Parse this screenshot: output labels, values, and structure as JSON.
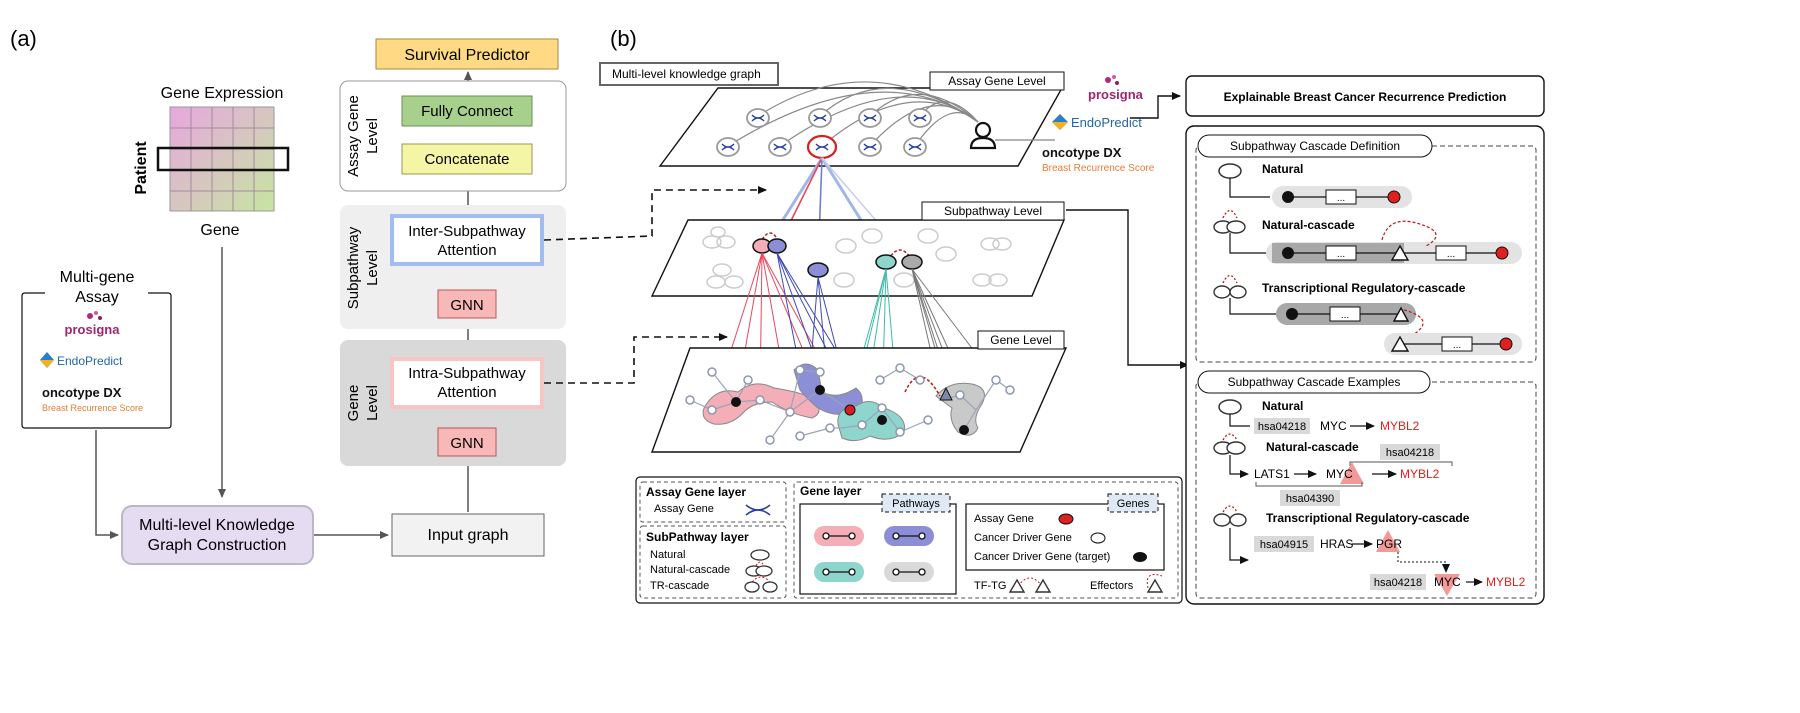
{
  "panel_a": {
    "label": "(a)",
    "gene_expression_title": "Gene Expression",
    "patient_label": "Patient",
    "gene_label": "Gene",
    "multigene_title_1": "Multi-gene",
    "multigene_title_2": "Assay",
    "prosigna": "prosigna",
    "endopredict": "EndoPredict",
    "oncotype": "oncotype DX",
    "oncotype_sub": "Breast Recurrence Score",
    "mlkg_1": "Multi-level Knowledge",
    "mlkg_2": "Graph Construction",
    "input_graph": "Input graph",
    "survival": "Survival Predictor",
    "fully_connect": "Fully Connect",
    "concatenate": "Concatenate",
    "inter_1": "Inter-Subpathway",
    "inter_2": "Attention",
    "intra_1": "Intra-Subpathway",
    "intra_2": "Attention",
    "gnn1": "GNN",
    "gnn2": "GNN",
    "assay_level_1": "Assay Gene",
    "assay_level_2": "Level",
    "subpathway_level_1": "Subpathway",
    "subpathway_level_2": "Level",
    "gene_level_1": "Gene",
    "gene_level_2": "Level"
  },
  "panel_b": {
    "label": "(b)",
    "mlkg_title": "Multi-level knowledge graph",
    "assay_gene_level": "Assay Gene Level",
    "subpathway_level": "Subpathway Level",
    "gene_level": "Gene Level",
    "prosigna": "prosigna",
    "endopredict": "EndoPredict",
    "oncotype": "oncotype DX",
    "oncotype_sub": "Breast Recurrence Score",
    "explainable": "Explainable Breast Cancer Recurrence Prediction"
  },
  "definition": {
    "title": "Subpathway Cascade Definition",
    "natural": "Natural",
    "natural_cascade": "Natural-cascade",
    "tr_cascade": "Transcriptional Regulatory-cascade",
    "dots": "..."
  },
  "examples": {
    "title": "Subpathway Cascade Examples",
    "natural": "Natural",
    "natural_cascade": "Natural-cascade",
    "tr_cascade": "Transcriptional Regulatory-cascade",
    "ex1_path": "hsa04218",
    "ex1_a": "MYC",
    "ex1_b": "MYBL2",
    "ex2_path_top": "hsa04218",
    "ex2_a": "LATS1",
    "ex2_b": "MYC",
    "ex2_c": "MYBL2",
    "ex2_path_bottom": "hsa04390",
    "ex3_path1": "hsa04915",
    "ex3_a": "HRAS",
    "ex3_b": "PGR",
    "ex3_path2": "hsa04218",
    "ex3_c": "MYC",
    "ex3_d": "MYBL2"
  },
  "legend": {
    "assay_layer": "Assay Gene layer",
    "assay_gene": "Assay Gene",
    "subpathway_layer": "SubPathway layer",
    "natural": "Natural",
    "natural_cascade": "Natural-cascade",
    "tr_cascade": "TR-cascade",
    "gene_layer": "Gene layer",
    "pathways": "Pathways",
    "genes": "Genes",
    "g_assay": "Assay Gene",
    "g_driver": "Cancer Driver Gene",
    "g_driver_target": "Cancer Driver Gene (target)",
    "tf_tg": "TF-TG",
    "effectors": "Effectors"
  },
  "colors": {
    "survival": "#ffd983",
    "fully_connect": "#a8d08d",
    "concatenate": "#f4f6a6",
    "gnn": "#f9b8b8",
    "mlkg": "#e6dcf2",
    "subpath_bg": "#efefef",
    "gene_bg": "#d9d9d9",
    "inter_border": "#9fbdf0",
    "intra_border": "#f8c4c4",
    "red": "#e0201e",
    "pink": "#f3aeb8",
    "blue": "#8c8fd6",
    "teal": "#8ed6cd",
    "gray": "#c9c9c9"
  }
}
